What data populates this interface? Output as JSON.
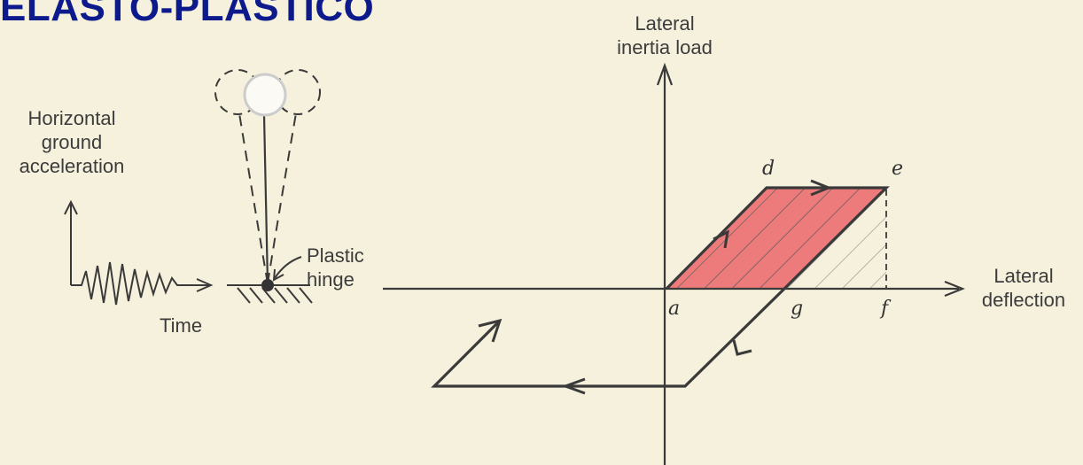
{
  "title": "ELASTO-PLASTICO",
  "left_figure": {
    "ground_axis_label_line1": "Horizontal",
    "ground_axis_label_line2": "ground",
    "ground_axis_label_line3": "acceleration",
    "time_label": "Time",
    "hinge_label_line1": "Plastic",
    "hinge_label_line2": "hinge"
  },
  "right_figure": {
    "y_axis_label_line1": "Lateral",
    "y_axis_label_line2": "inertia load",
    "x_axis_label_line1": "Lateral",
    "x_axis_label_line2": "deflection",
    "points": {
      "a": "a",
      "d": "d",
      "e": "e",
      "f": "f",
      "g": "g"
    }
  },
  "colors": {
    "title": "#0d1a8c",
    "elastic_region_fill": "#ee7b7b",
    "line": "#3a3a3a",
    "background": "#f6f1dc"
  }
}
